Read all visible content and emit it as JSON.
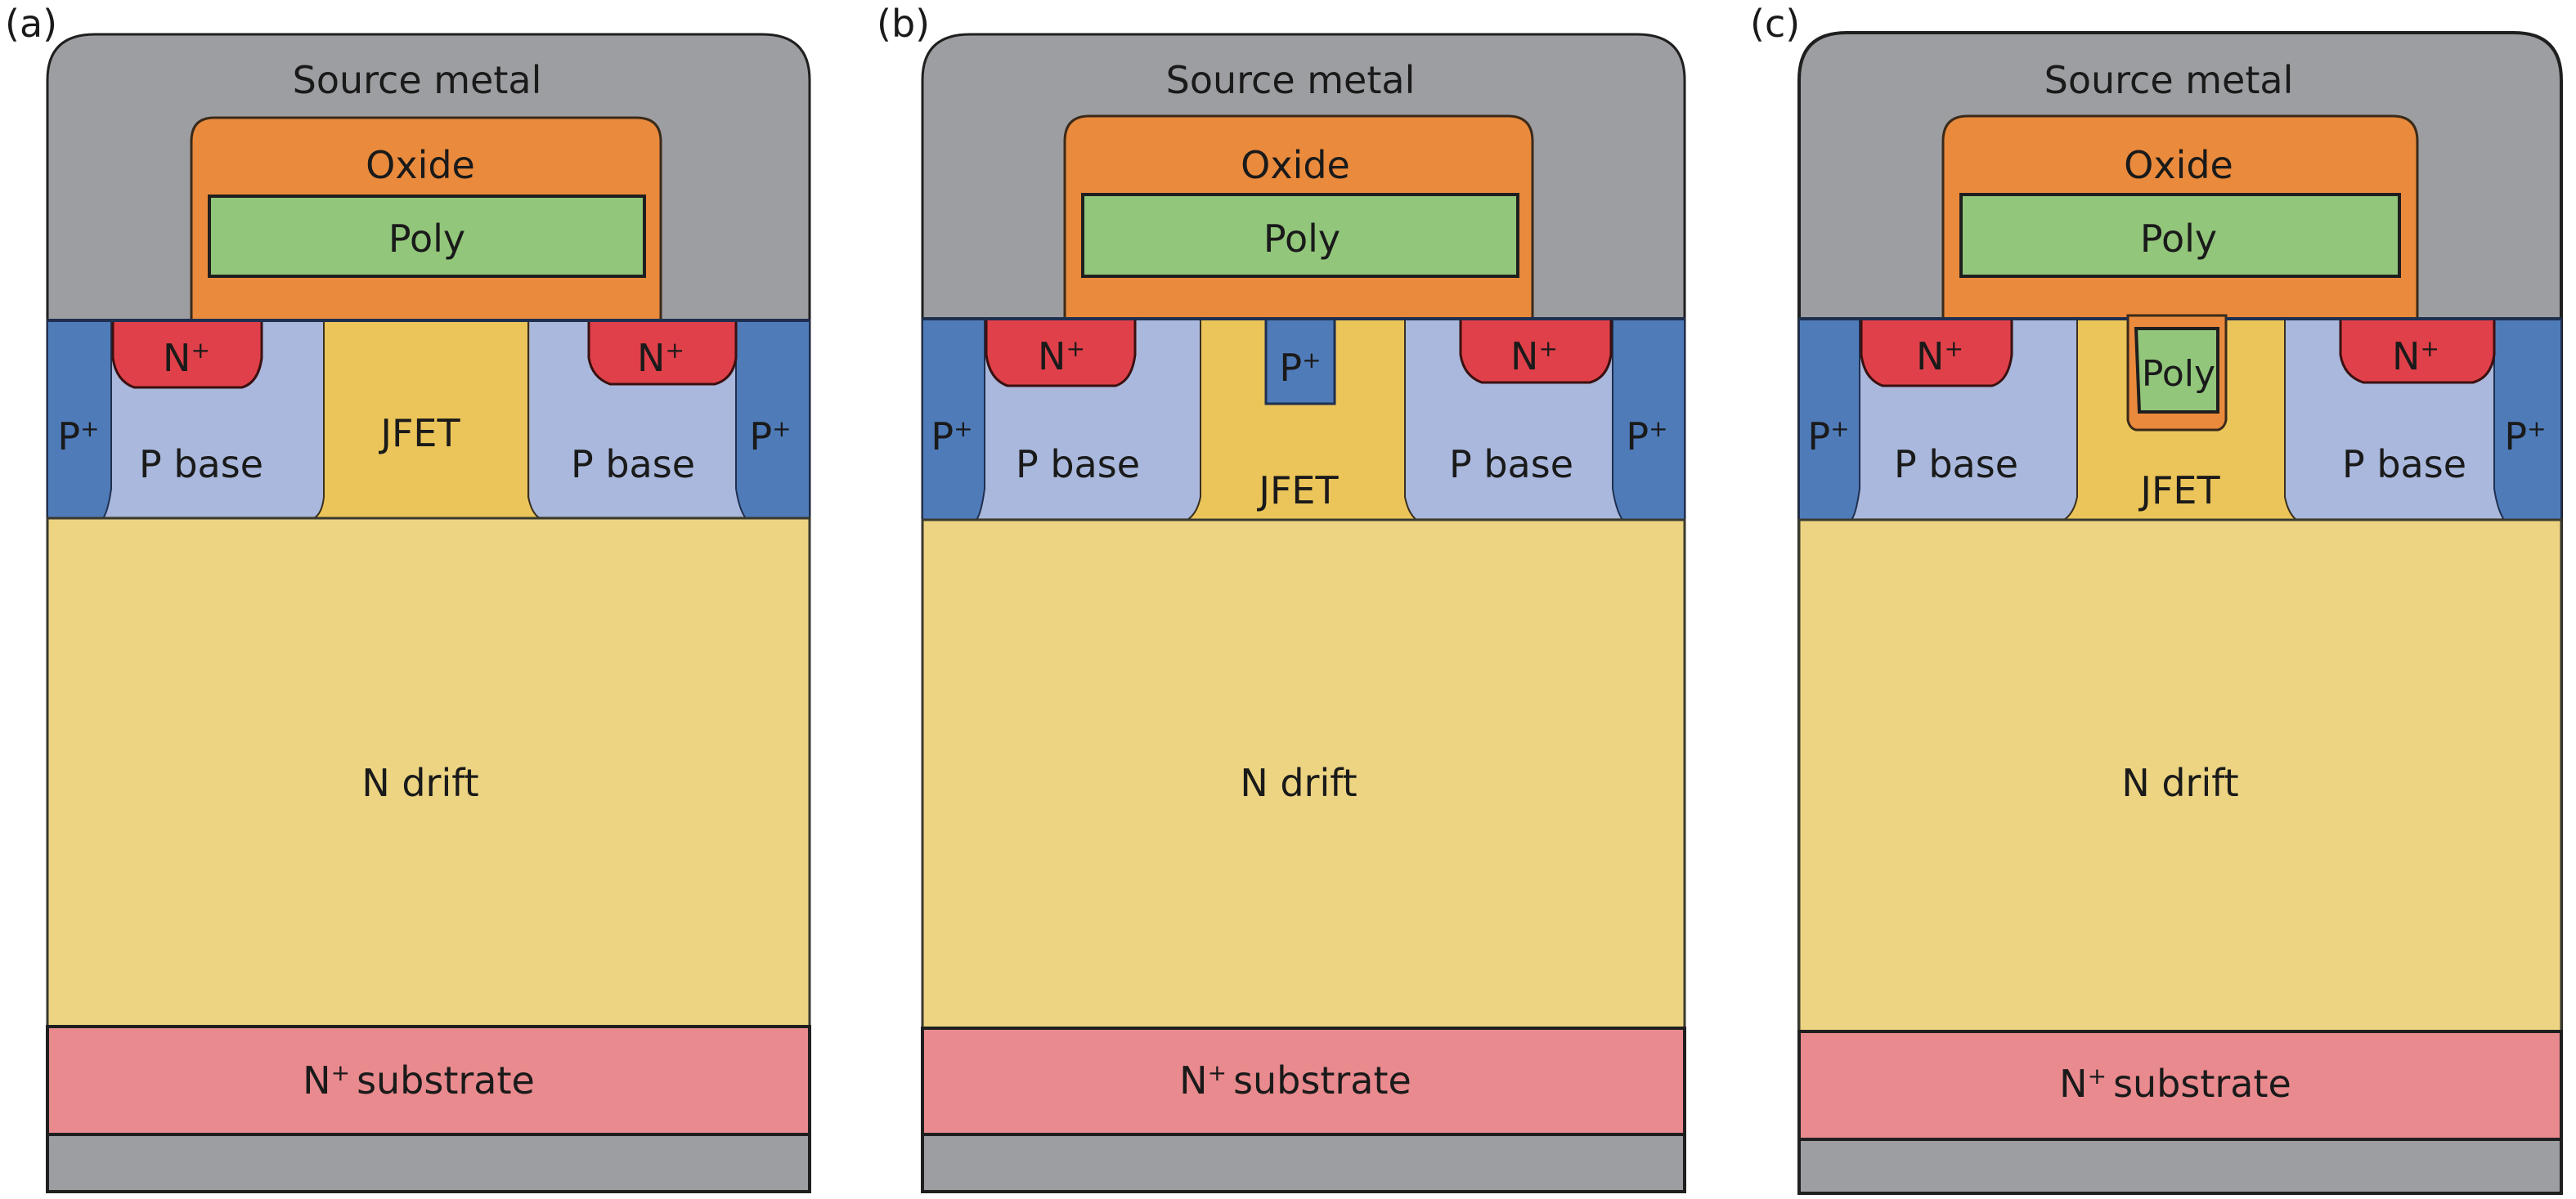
{
  "figure": {
    "panels": [
      {
        "id": "a",
        "label": "(a)",
        "variant": "conventional",
        "layers": {
          "source_metal": "Source metal",
          "oxide": "Oxide",
          "poly": "Poly",
          "n_plus_left": "N",
          "n_plus_right": "N",
          "p_plus_left": "P",
          "p_plus_right": "P",
          "p_base_left": "P base",
          "p_base_right": "P base",
          "jfet": "JFET",
          "n_drift": "N drift",
          "substrate": "substrate",
          "substrate_prefix": "N"
        }
      },
      {
        "id": "b",
        "label": "(b)",
        "variant": "p-plus-in-jfet",
        "layers": {
          "source_metal": "Source metal",
          "oxide": "Oxide",
          "poly": "Poly",
          "n_plus_left": "N",
          "n_plus_right": "N",
          "p_plus_left": "P",
          "p_plus_right": "P",
          "p_base_left": "P base",
          "p_base_right": "P base",
          "jfet": "JFET",
          "jfet_insert": "P",
          "n_drift": "N drift",
          "substrate": "substrate",
          "substrate_prefix": "N"
        }
      },
      {
        "id": "c",
        "label": "(c)",
        "variant": "poly-in-jfet",
        "layers": {
          "source_metal": "Source metal",
          "oxide": "Oxide",
          "poly": "Poly",
          "n_plus_left": "N",
          "n_plus_right": "N",
          "p_plus_left": "P",
          "p_plus_right": "P",
          "p_base_left": "P base",
          "p_base_right": "P base",
          "jfet": "JFET",
          "jfet_insert": "Poly",
          "n_drift": "N drift",
          "substrate": "substrate",
          "substrate_prefix": "N"
        }
      }
    ],
    "superscript": "+",
    "colors": {
      "metal": "#9d9ea2",
      "oxide": "#ea8a3c",
      "poly": "#92c67b",
      "n_plus": "#e0404a",
      "p_plus": "#4f7bb8",
      "p_base": "#a9b8dc",
      "jfet": "#ebc55a",
      "n_drift": "#ecd482",
      "substrate": "#e88a8e",
      "outline": "#1f1f1f"
    }
  }
}
